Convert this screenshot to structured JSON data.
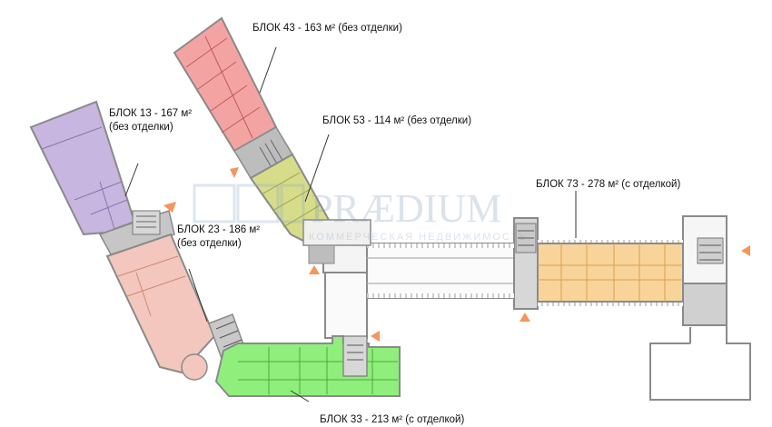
{
  "blocks": [
    {
      "id": "block-43",
      "line1": "БЛОК 43 - 163 м² (без отделки)",
      "line2": "",
      "color": "#f4a3a3"
    },
    {
      "id": "block-13",
      "line1": "БЛОК 13 - 167 м²",
      "line2": "(без отделки)",
      "color": "#c7b6df"
    },
    {
      "id": "block-53",
      "line1": "БЛОК 53 - 114 м² (без отделки)",
      "line2": "",
      "color": "#d6dc8a"
    },
    {
      "id": "block-23",
      "line1": "БЛОК 23 - 186 м²",
      "line2": "(без отделки)",
      "color": "#f3c7bd"
    },
    {
      "id": "block-73",
      "line1": "БЛОК 73 - 278 м² (с отделкой)",
      "line2": "",
      "color": "#f9d49a"
    },
    {
      "id": "block-33",
      "line1": "БЛОК 33 - 213 м² (с отделкой)",
      "line2": "",
      "color": "#8fee7c"
    }
  ],
  "watermark": {
    "brand": "PRÆDIUM",
    "tagline": "КОММЕРЧЕСКАЯ НЕДВИЖИМОСТЬ"
  },
  "colors": {
    "wall": "#8a8a8a",
    "core": "#bdbdbd",
    "arrow": "#f5955a"
  },
  "entrance_arrow_icon": "arrow-icon"
}
